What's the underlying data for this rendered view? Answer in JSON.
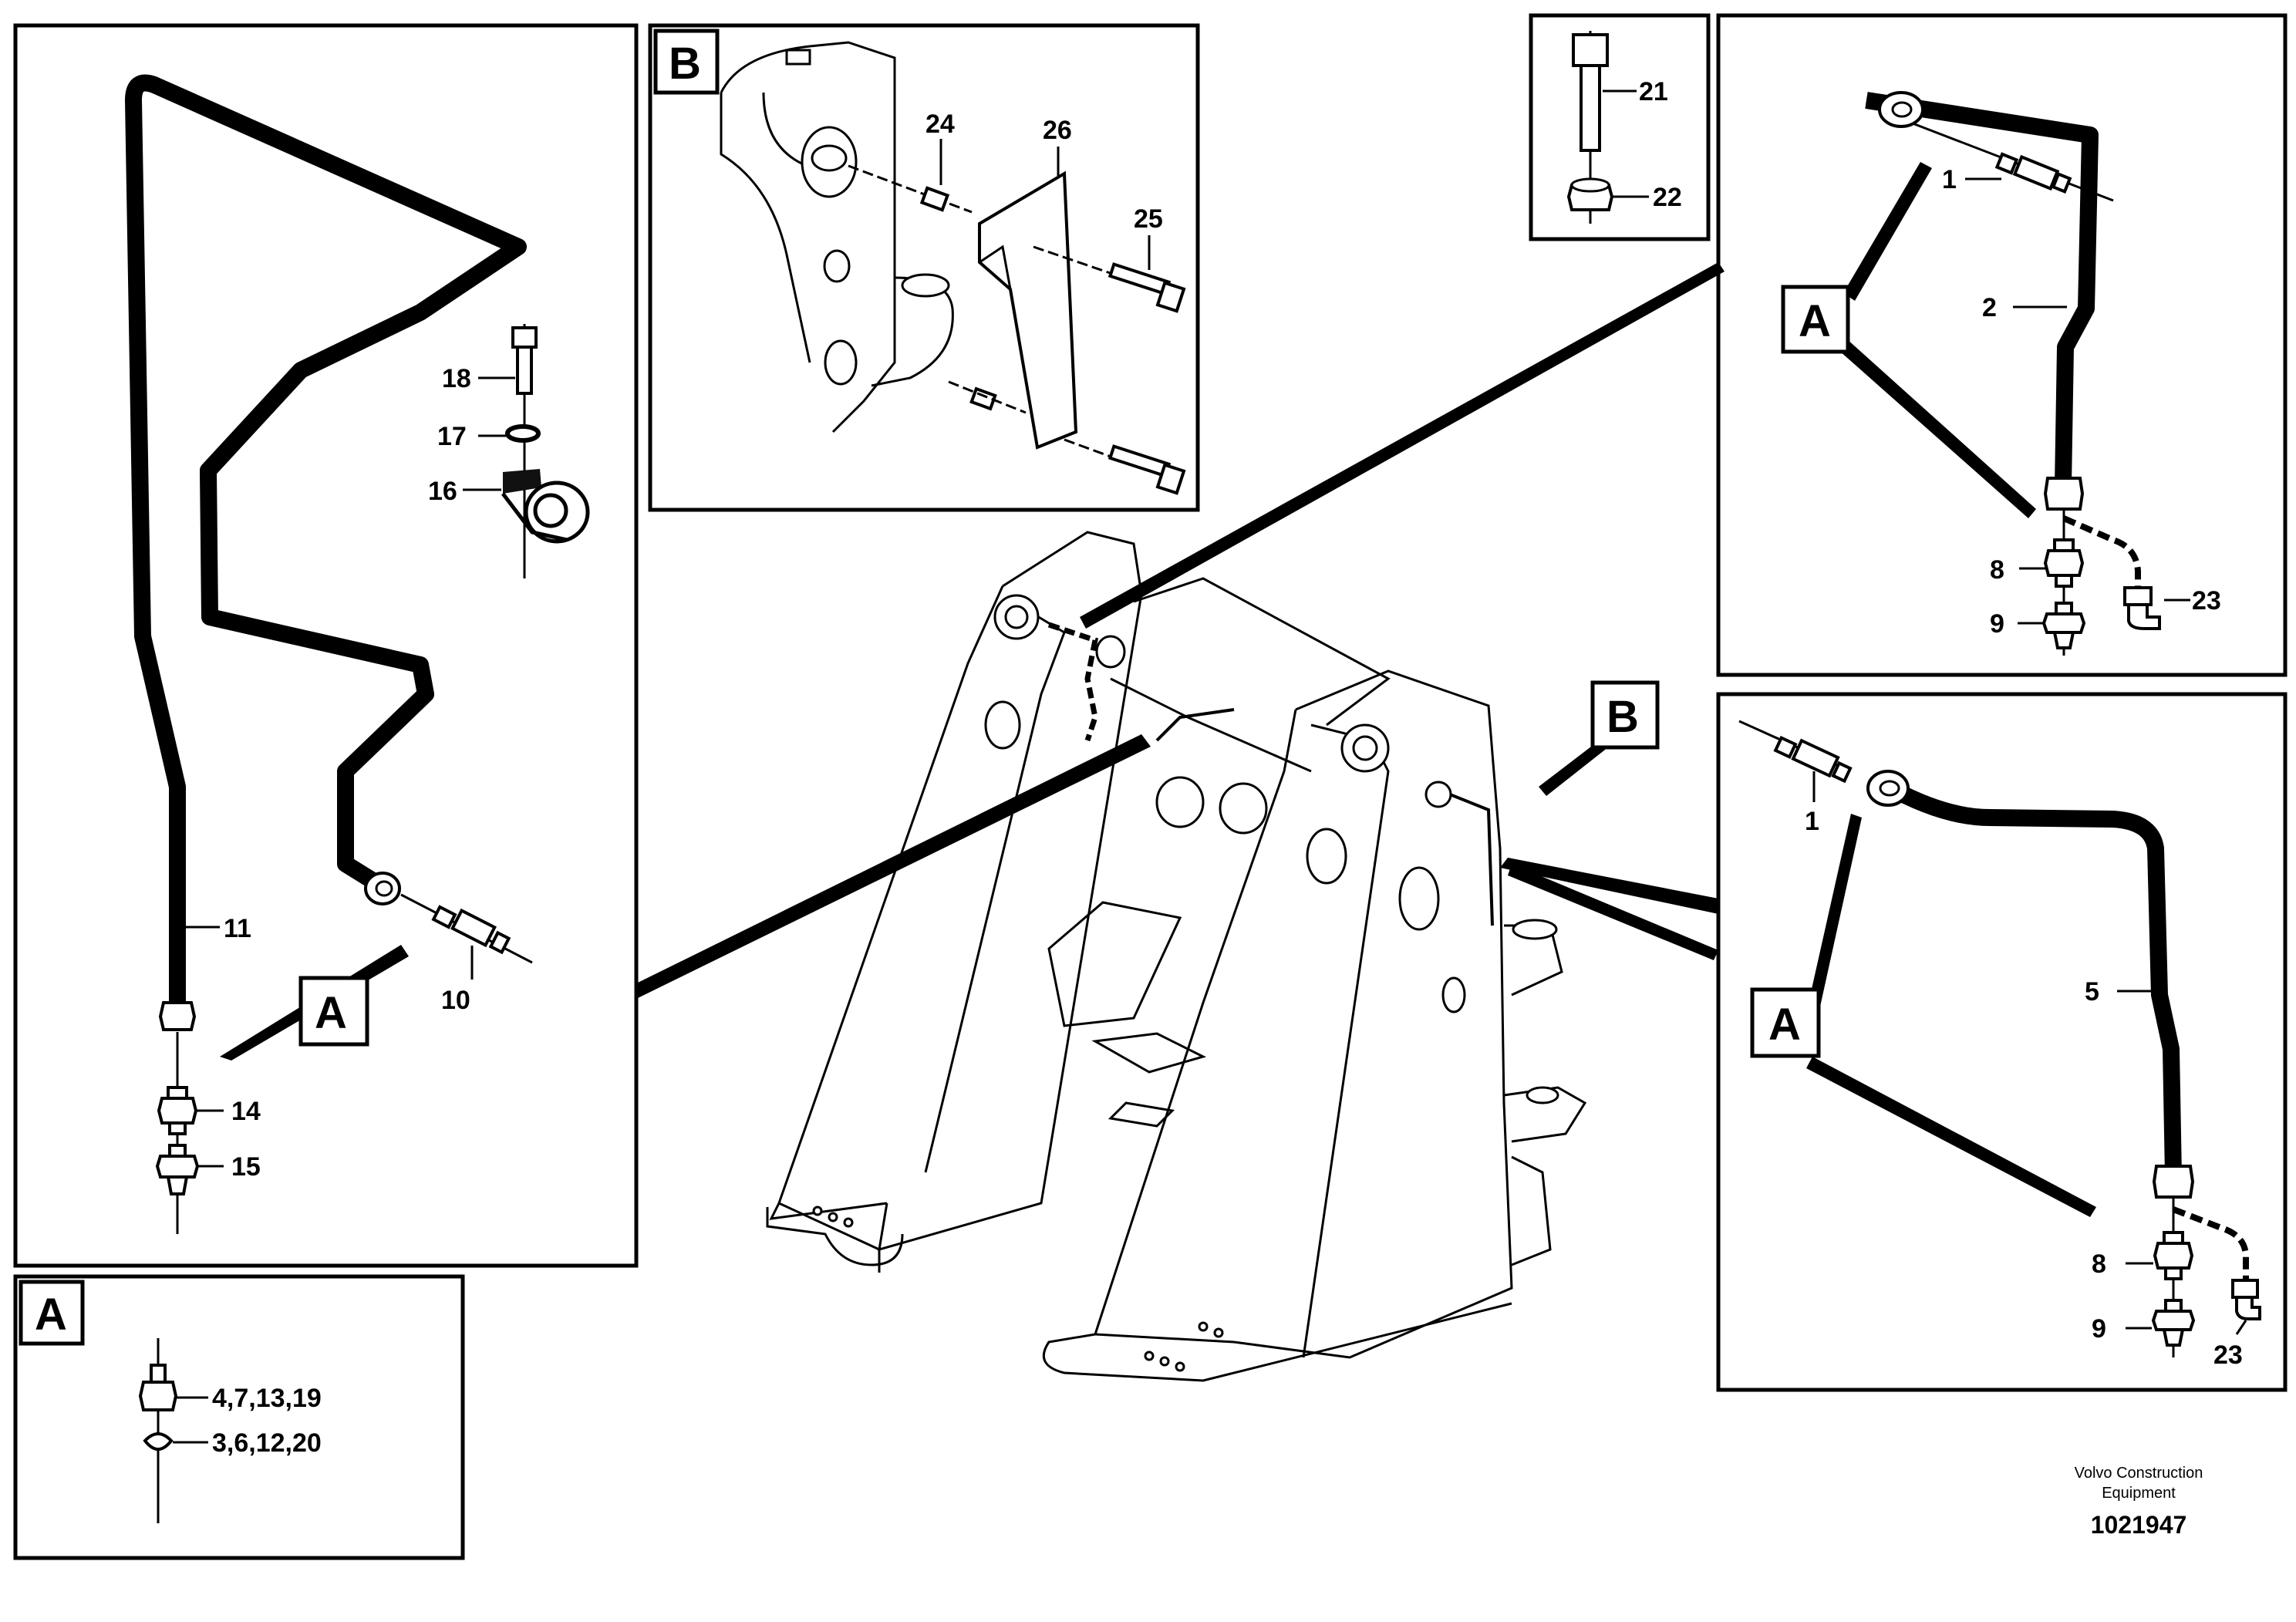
{
  "panels": {
    "main_left": {
      "callouts": [
        "11",
        "10",
        "14",
        "15",
        "16",
        "17",
        "18"
      ],
      "tag": "A"
    },
    "detail_b": {
      "tag": "B",
      "callouts": [
        "24",
        "26",
        "25"
      ]
    },
    "bolt_inset": {
      "callouts": [
        "21",
        "22"
      ]
    },
    "upper_right": {
      "callouts": [
        "1",
        "2",
        "8",
        "9",
        "23"
      ],
      "tag": "A"
    },
    "lower_right": {
      "callouts": [
        "1",
        "5",
        "8",
        "9",
        "23"
      ],
      "tag": "A"
    },
    "detail_a": {
      "tag": "A",
      "callouts": [
        "4,7,13,19",
        "3,6,12,20"
      ]
    },
    "frame": {
      "tag": "B"
    }
  },
  "footer": {
    "brand_line1": "Volvo Construction",
    "brand_line2": "Equipment",
    "figure_number": "1021947"
  }
}
